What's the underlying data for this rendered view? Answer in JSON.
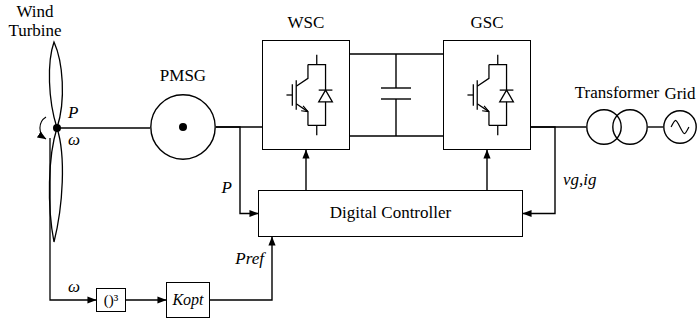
{
  "diagram": {
    "nodes": [
      {
        "text": [
          "PMSG"
        ]
      },
      {
        "text": [
          "WSC"
        ]
      },
      {
        "text": [
          "GSC"
        ]
      },
      {
        "text": [
          "Transformer"
        ]
      },
      {
        "text": [
          "Grid"
        ]
      },
      {
        "text": [
          "Digital Controller"
        ]
      },
      {
        "text": [
          "()³"
        ]
      },
      {
        "text": [
          "Kopt"
        ]
      }
    ],
    "edges": [
      {
        "from": 0,
        "to": 1,
        "arrow": "none"
      },
      {
        "from": 1,
        "to": 2,
        "arrow": "none"
      },
      {
        "from": 2,
        "to": 3,
        "arrow": "none"
      },
      {
        "from": 3,
        "to": 4,
        "arrow": "none"
      },
      {
        "from": 5,
        "to": 1,
        "arrow": "to"
      },
      {
        "from": 5,
        "to": 2,
        "arrow": "to"
      },
      {
        "from": 0,
        "to": 5,
        "label": "P",
        "arrow": "to"
      },
      {
        "from": 2,
        "to": 5,
        "label": "vg,ig",
        "arrow": "to"
      },
      {
        "from": 6,
        "to": 7,
        "arrow": "to"
      },
      {
        "from": 7,
        "to": 5,
        "label": "Pref",
        "arrow": "to"
      }
    ],
    "labels": [
      "Wind Turbine",
      "P",
      "ω",
      "ω"
    ]
  }
}
